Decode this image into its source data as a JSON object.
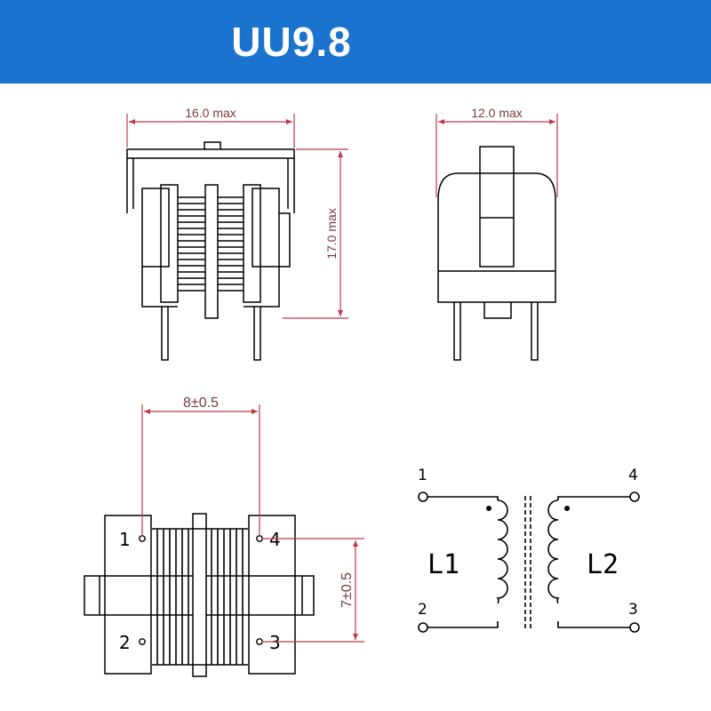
{
  "header": {
    "title": "UU9.8"
  },
  "colors": {
    "header_bg": "#1a73cf",
    "dimension_line": "#c0394b",
    "outline": "#000000"
  },
  "front_view": {
    "width_dim": "16.0 max",
    "height_dim": "17.0 max"
  },
  "side_view": {
    "width_dim": "12.0 max"
  },
  "bottom_view": {
    "pitch_dim": "8±0.5",
    "row_dim": "7±0.5",
    "pins": {
      "p1": "1",
      "p2": "2",
      "p3": "3",
      "p4": "4"
    }
  },
  "schematic": {
    "pins": {
      "p1": "1",
      "p2": "2",
      "p3": "3",
      "p4": "4"
    },
    "coil_left": "L1",
    "coil_right": "L2"
  }
}
